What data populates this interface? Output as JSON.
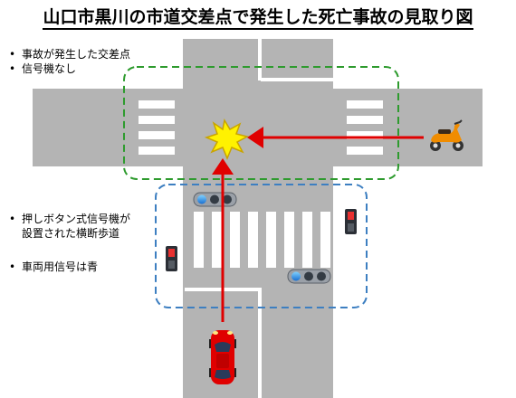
{
  "title": "山口市黒川の市道交差点で発生した死亡事故の見取り図",
  "notes": {
    "top": [
      "事故が発生した交差点",
      "信号機なし"
    ],
    "crosswalk": [
      "押しボタン式信号機が",
      "設置された横断歩道"
    ],
    "vehicle_signal": "車両用信号は青"
  },
  "bullet": "•",
  "colors": {
    "road": "#b4b4b4",
    "marking": "#ffffff",
    "zone_green": "#2e9b2e",
    "zone_blue": "#3d7fc1",
    "arrow": "#e00000",
    "car": "#e00000",
    "scooter": "#f08c00",
    "impact": "#fff200"
  },
  "icons": [
    "impact-star-icon",
    "scooter-icon",
    "car-icon",
    "traffic-light-icon",
    "pedestrian-signal-icon"
  ]
}
